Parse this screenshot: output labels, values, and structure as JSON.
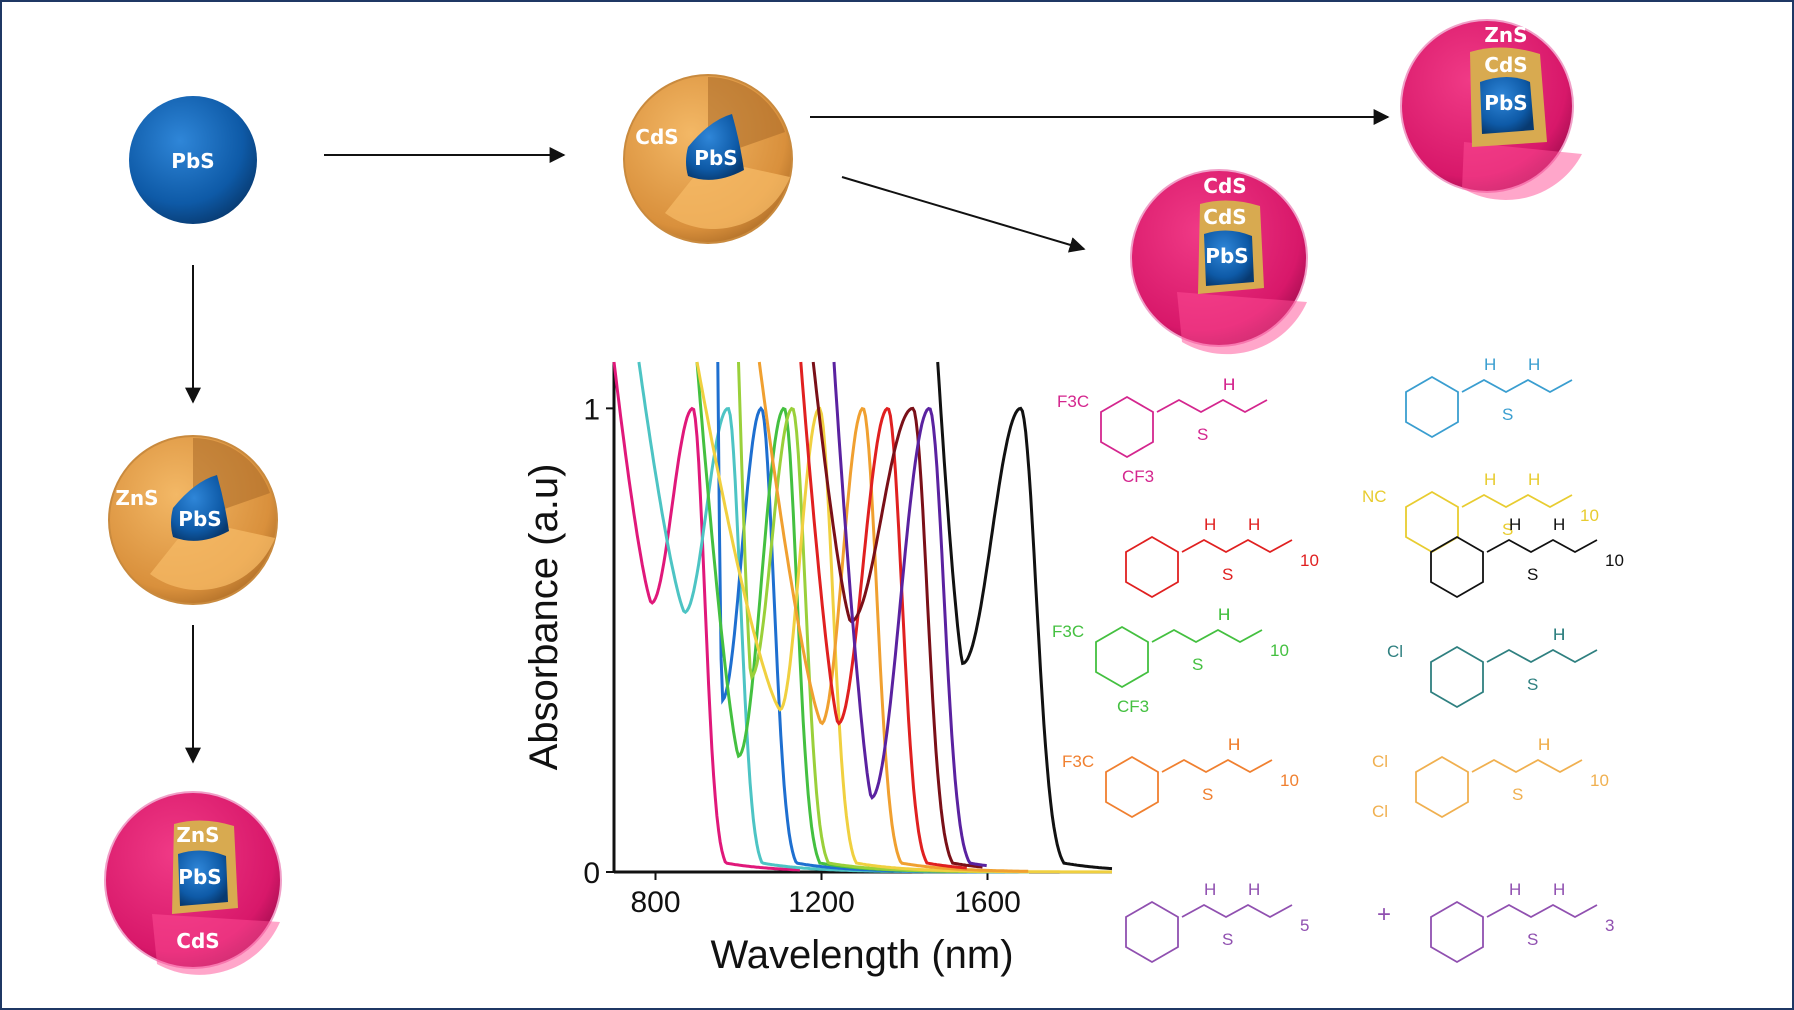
{
  "particles": {
    "core": "PbS",
    "shell_cds": "CdS",
    "shell_zns": "ZnS",
    "rows": {
      "pbs_cds_cds": [
        "CdS",
        "CdS",
        "PbS"
      ],
      "pbs_cds_zns": [
        "ZnS",
        "CdS",
        "PbS"
      ],
      "pbs_zns_cds": [
        "ZnS",
        "PbS",
        "CdS"
      ]
    }
  },
  "colors": {
    "pbs": "#0e5aa7",
    "cds_orange": "#e8a048",
    "magenta": "#e0186e",
    "frame": "#1f3864"
  },
  "chart_data": {
    "type": "line",
    "xlabel": "Wavelength (nm)",
    "ylabel": "Absorbance (a.u)",
    "xlim": [
      700,
      1900
    ],
    "ylim": [
      0,
      1.1
    ],
    "xticks": [
      "800",
      "1200",
      "1600"
    ],
    "yticks": [
      "0",
      "1"
    ],
    "grid": false,
    "legend": "none",
    "series": [
      {
        "color": "#e0187a",
        "peak": 890,
        "valley": [
          790,
          0.58
        ],
        "x_range": [
          700,
          1150
        ],
        "values_note": ""
      },
      {
        "color": "#4dc4c4",
        "peak": 975,
        "valley": [
          870,
          0.56
        ],
        "x_range": [
          760,
          1700
        ]
      },
      {
        "color": "#1e6fd0",
        "peak": 1055,
        "valley": [
          960,
          0.37
        ],
        "x_range": [
          950,
          1600
        ]
      },
      {
        "color": "#44c040",
        "peak": 1110,
        "valley": [
          1000,
          0.25
        ],
        "x_range": [
          900,
          1550
        ]
      },
      {
        "color": "#9ad03a",
        "peak": 1130,
        "valley": [
          1030,
          0.42
        ],
        "x_range": [
          1000,
          1600
        ]
      },
      {
        "color": "#f0d040",
        "peak": 1195,
        "valley": [
          1100,
          0.35
        ],
        "x_range": [
          900,
          1900
        ]
      },
      {
        "color": "#f0a030",
        "peak": 1300,
        "valley": [
          1200,
          0.32
        ],
        "x_range": [
          1050,
          1700
        ]
      },
      {
        "color": "#e02020",
        "peak": 1360,
        "valley": [
          1240,
          0.32
        ],
        "x_range": [
          1150,
          1550
        ]
      },
      {
        "color": "#7a1018",
        "peak": 1420,
        "valley": [
          1270,
          0.54
        ],
        "x_range": [
          1180,
          1590
        ]
      },
      {
        "color": "#5a22a0",
        "peak": 1460,
        "valley": [
          1320,
          0.16
        ],
        "x_range": [
          1230,
          1600
        ]
      },
      {
        "color": "#111111",
        "peak": 1680,
        "valley": [
          1540,
          0.45
        ],
        "x_range": [
          1480,
          1900
        ]
      }
    ]
  },
  "molecules": [
    {
      "color": "#d4268e",
      "groups": [
        "F3C",
        "CF3",
        "H",
        "H",
        "S"
      ]
    },
    {
      "color": "#3a9ed0",
      "groups": [
        "H",
        "H",
        "S"
      ]
    },
    {
      "color": "#e8cc30",
      "groups": [
        "H",
        "H",
        "S",
        "NC",
        "10"
      ]
    },
    {
      "color": "#e02020",
      "groups": [
        "H",
        "H",
        "S",
        "10"
      ]
    },
    {
      "color": "#111111",
      "groups": [
        "H",
        "H",
        "S",
        "10"
      ]
    },
    {
      "color": "#44c040",
      "groups": [
        "F3C",
        "CF3",
        "H",
        "H",
        "S",
        "10"
      ]
    },
    {
      "color": "#2f8080",
      "groups": [
        "Cl",
        "H",
        "H",
        "S"
      ]
    },
    {
      "color": "#f08030",
      "groups": [
        "F3C",
        "H",
        "H",
        "S",
        "10"
      ]
    },
    {
      "color": "#f0b050",
      "groups": [
        "Cl",
        "Cl",
        "H",
        "H",
        "S",
        "10"
      ]
    },
    {
      "color": "#9050b0",
      "groups": [
        "H",
        "H",
        "S",
        "5"
      ]
    },
    {
      "color": "#9050b0",
      "groups": [
        "H",
        "H",
        "S",
        "3"
      ]
    }
  ],
  "plus_sign": "+"
}
